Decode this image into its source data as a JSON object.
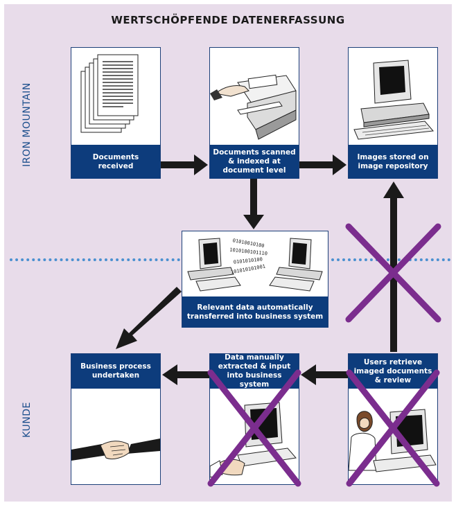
{
  "title": "WERTSCHÖPFENDE DATENERFASSUNG",
  "zones": {
    "top": "IRON MOUNTAIN",
    "bottom": "KUNDE"
  },
  "steps": {
    "received": "Documents received",
    "scanned": "Documents scanned & indexed at document level",
    "stored": "Images stored on image repository",
    "transferred": "Relevant data automatically transferred into business system",
    "business": "Business process undertaken",
    "manual": "Data manually extracted & input into business system",
    "retrieve": "Users retrieve imaged documents & review"
  },
  "binary": [
    "01010010100",
    "1010100101110",
    "0101010100",
    "101010101001"
  ],
  "colors": {
    "background": "#e8dcea",
    "caption": "#0d3c7c",
    "arrow": "#1a1a1a",
    "cross": "#7b2d8e",
    "divider": "#4a90d0",
    "zone_label": "#1b4e8c"
  }
}
